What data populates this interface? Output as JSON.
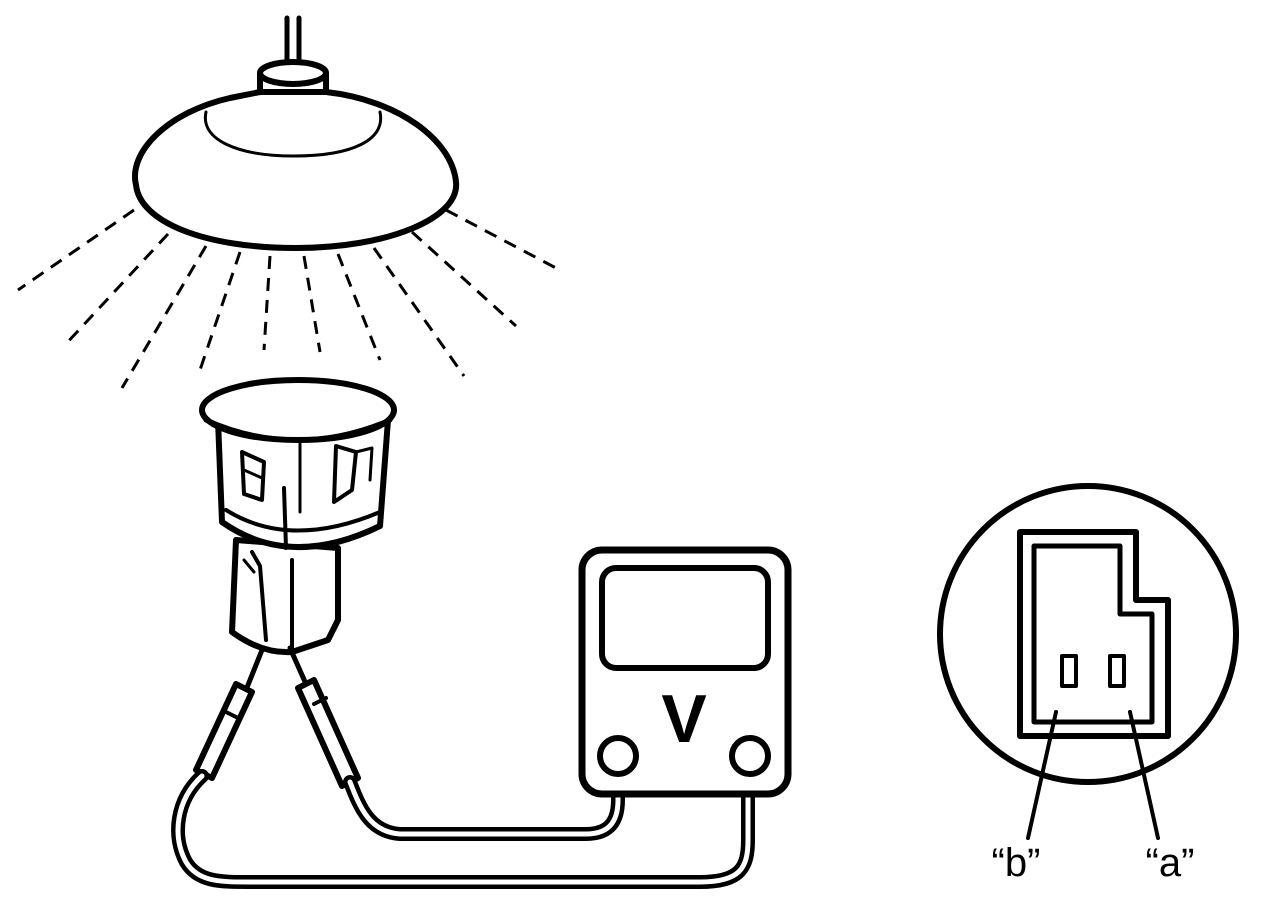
{
  "meter": {
    "symbol": "V"
  },
  "connector": {
    "terminal_b_label": "“b”",
    "terminal_a_label": "“a”"
  },
  "colors": {
    "ink": "#000000",
    "paper": "#ffffff"
  }
}
